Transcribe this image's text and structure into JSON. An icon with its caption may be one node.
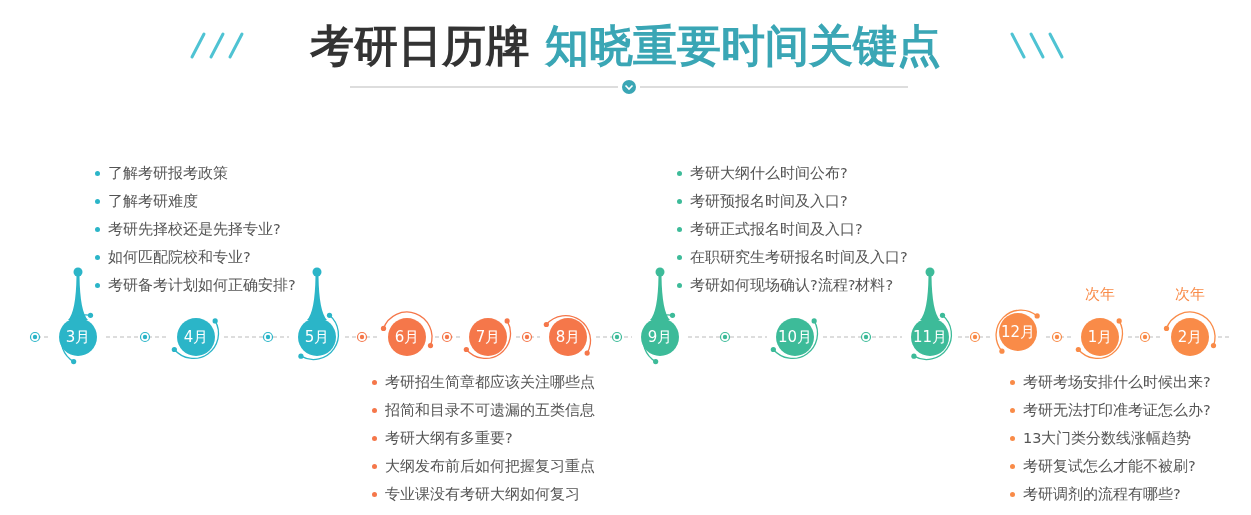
{
  "diagram": {
    "title": "考研日历牌 知晓重要时间关键点",
    "nodes": [
      {
        "text": [
          "3月"
        ]
      },
      {
        "text": [
          "4月"
        ]
      },
      {
        "text": [
          "5月"
        ]
      },
      {
        "text": [
          "6月"
        ]
      },
      {
        "text": [
          "7月"
        ]
      },
      {
        "text": [
          "8月"
        ]
      },
      {
        "text": [
          "9月"
        ]
      },
      {
        "text": [
          "10月"
        ]
      },
      {
        "text": [
          "11月"
        ]
      },
      {
        "text": [
          "12月"
        ]
      },
      {
        "text": [
          "1月"
        ],
        "beside": [
          "次年"
        ]
      },
      {
        "text": [
          "2月"
        ],
        "beside": [
          "次年"
        ]
      }
    ],
    "edges": [
      {
        "from": 0,
        "to": 1,
        "arrow": "none",
        "style": "dashed"
      },
      {
        "from": 1,
        "to": 2,
        "arrow": "none",
        "style": "dashed"
      },
      {
        "from": 2,
        "to": 3,
        "arrow": "none",
        "style": "dashed"
      },
      {
        "from": 3,
        "to": 4,
        "arrow": "none",
        "style": "dashed"
      },
      {
        "from": 4,
        "to": 5,
        "arrow": "none",
        "style": "dashed"
      },
      {
        "from": 5,
        "to": 6,
        "arrow": "none",
        "style": "dashed"
      },
      {
        "from": 6,
        "to": 7,
        "arrow": "none",
        "style": "dashed"
      },
      {
        "from": 7,
        "to": 8,
        "arrow": "none",
        "style": "dashed"
      },
      {
        "from": 8,
        "to": 9,
        "arrow": "none",
        "style": "dashed"
      },
      {
        "from": 9,
        "to": 10,
        "arrow": "none",
        "style": "dashed"
      },
      {
        "from": 10,
        "to": 11,
        "arrow": "none",
        "style": "dashed"
      }
    ],
    "labels": [
      "了解考研报考政策",
      "了解考研难度",
      "考研先择校还是先择专业?",
      "如何匹配院校和专业?",
      "考研备考计划如何正确安排?",
      "考研大纲什么时间公布?",
      "考研预报名时间及入口?",
      "考研正式报名时间及入口?",
      "在职研究生考研报名时间及入口?",
      "考研如何现场确认?流程?材料?",
      "考研招生简章都应该关注哪些点",
      "招简和目录不可遗漏的五类信息",
      "考研大纲有多重要?",
      "大纲发布前后如何把握复习重点",
      "专业课没有考研大纲如何复习",
      "考研考场安排什么时候出来?",
      "考研无法打印准考证怎么办?",
      "13大门类分数线涨幅趋势",
      "考研复试怎么才能不被刷?",
      "考研调剂的流程有哪些?"
    ]
  }
}
